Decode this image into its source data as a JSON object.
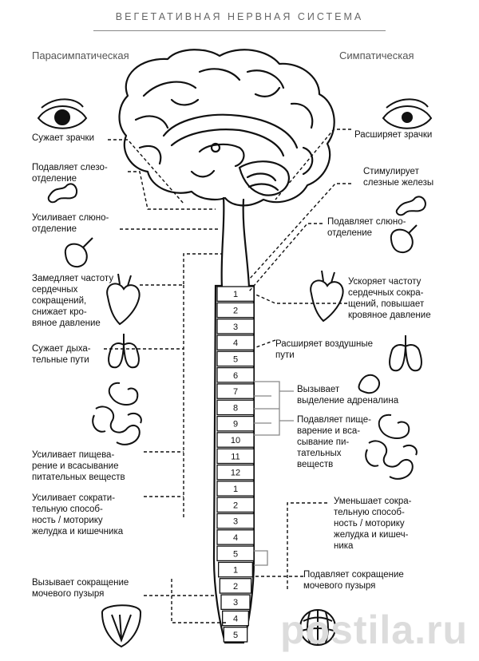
{
  "title": "ВЕГЕТАТИВНАЯ НЕРВНАЯ СИСТЕМА",
  "columns": {
    "left": "Парасимпатическая",
    "right": "Симпатическая"
  },
  "left_labels": [
    "Сужает зрачки",
    "Подавляет слезо-\nотделение",
    "Усиливает слюно-\nотделение",
    "Замедляет частоту\nсердечных\nсокращений,\nснижает кро-\nвяное давление",
    "Сужает дыха-\nтельные пути",
    "Усиливает пищева-\nрение и всасывание\nпитательных веществ",
    "Усиливает сократи-\nтельную способ-\nность / моторику\nжелудка и кишечника",
    "Вызывает сокращение\nмочевого пузыря"
  ],
  "right_labels": [
    "Расширяет зрачки",
    "Стимулирует\nслезные железы",
    "Подавляет слюно-\nотделение",
    "Ускоряет частоту\nсердечных сокра-\nщений, повышает\nкровяное давление",
    "Расширяет воздушные\nпути",
    "Вызывает\nвыделение адреналина",
    "Подавляет пище-\nварение и вса-\nсывание пи-\nтательных\nвеществ",
    "Уменьшает сокра-\nтельную способ-\nность / моторику\nжелудка и кишеч-\nника",
    "Подавляет сокращение\nмочевого пузыря"
  ],
  "vertebrae": [
    "1",
    "2",
    "3",
    "4",
    "5",
    "6",
    "7",
    "8",
    "9",
    "10",
    "11",
    "12",
    "1",
    "2",
    "3",
    "4",
    "5",
    "1",
    "2",
    "3",
    "4",
    "5"
  ],
  "watermark": "postila.ru",
  "icons": [
    "eye-icon",
    "lacrimal-gland-icon",
    "salivary-gland-icon",
    "heart-icon",
    "lungs-icon",
    "digestive-system-icon",
    "bladder-icon",
    "adrenal-gland-icon",
    "brain-icon",
    "spinal-cord-icon"
  ]
}
